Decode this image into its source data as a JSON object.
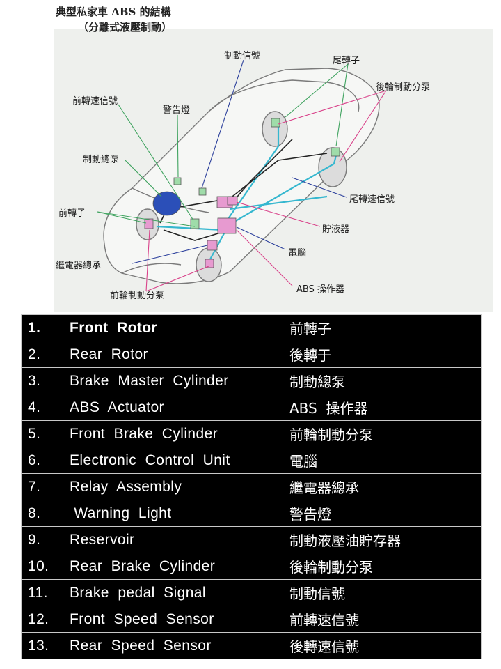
{
  "figure": {
    "title": "典型私家車 ABS 的結構",
    "subtitle": "（分離式液壓制動）",
    "labels": {
      "brake_signal": "制動信號",
      "rear_rotor": "尾轉子",
      "rear_cylinder": "後輪制動分泵",
      "front_speed": "前轉速信號",
      "warning_light": "警告燈",
      "master_cylinder": "制動總泵",
      "rear_speed": "尾轉速信號",
      "front_rotor": "前轉子",
      "reservoir": "貯液器",
      "ecu": "電腦",
      "relay": "繼電器總承",
      "abs_actuator": "ABS 操作器",
      "front_cylinder": "前輪制動分泵"
    }
  },
  "table": {
    "rows": [
      {
        "num": "1.",
        "en": "Front  Rotor",
        "zh": "前轉子"
      },
      {
        "num": "2.",
        "en": "Rear  Rotor",
        "zh": "後轉于"
      },
      {
        "num": "3.",
        "en": "Brake  Master  Cylinder",
        "zh": "制動總泵"
      },
      {
        "num": "4.",
        "en": "ABS  Actuator",
        "zh": "ABS  操作器"
      },
      {
        "num": "5.",
        "en": "Front  Brake  Cylinder",
        "zh": "前輪制動分泵"
      },
      {
        "num": "6.",
        "en": "Electronic  Control  Unit",
        "zh": "電腦"
      },
      {
        "num": "7.",
        "en": "Relay  Assembly",
        "zh": "繼電器總承"
      },
      {
        "num": "8.",
        "en": " Warning  Light",
        "zh": "警告燈"
      },
      {
        "num": "9.",
        "en": "Reservoir",
        "zh": "制動液壓油貯存器"
      },
      {
        "num": "10.",
        "en": "Rear  Brake  Cylinder",
        "zh": "後輪制動分泵"
      },
      {
        "num": "11.",
        "en": "Brake  pedal  Signal",
        "zh": "制動信號"
      },
      {
        "num": "12.",
        "en": "Front  Speed  Sensor",
        "zh": "前轉速信號"
      },
      {
        "num": "13.",
        "en": "Rear  Speed  Sensor",
        "zh": "後轉速信號"
      }
    ]
  },
  "colors": {
    "table_bg": "#000000",
    "table_text": "#ffffff",
    "hydraulic_line": "#35b7cf",
    "signal_line_green": "#3fa35f",
    "leader_pink": "#d9428a",
    "leader_blue": "#2b3f9c",
    "component_pink": "#e79ad0",
    "component_green": "#9fdca9",
    "master_cylinder_blue": "#2b4fb8"
  }
}
